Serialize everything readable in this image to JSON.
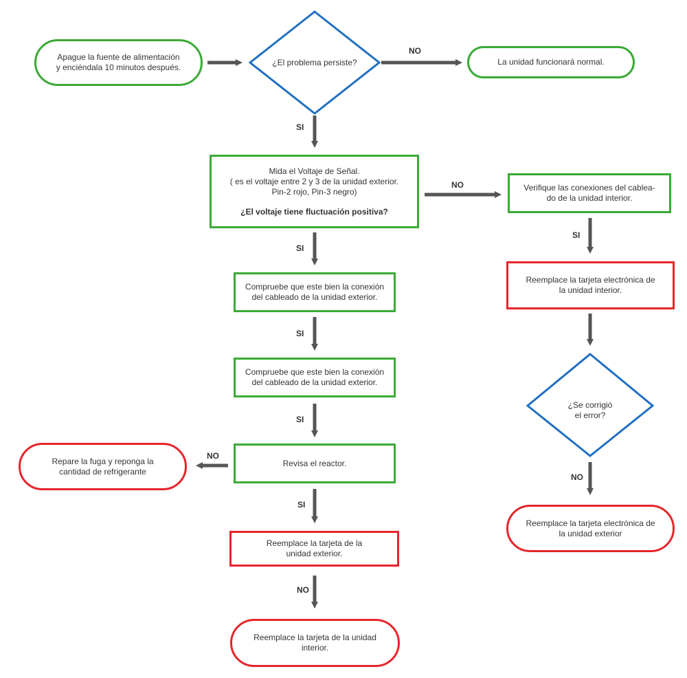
{
  "nodes": {
    "start": "Apague la fuente de alimentación\ny enciéndala 10 minutos después.",
    "q_persiste": "¿El problema persiste?",
    "funcionara": "La unidad funcionará normal.",
    "mida_1": "Mida el Voltaje de Señal.",
    "mida_2": "( es el voltaje entre 2 y 3 de la unidad exterior.",
    "mida_3": "Pin-2 rojo, Pin-3 negro)",
    "mida_q": "¿El voltaje tiene fluctuación positiva?",
    "verifique": "Verifique las conexiones del cablea-\ndo de la unidad interior.",
    "compruebe_1": "Compruebe que este bien la conexión\ndel cableado de la unidad exterior.",
    "reemplace_interior_1": "Reemplace la tarjeta  electrónica de\nla unidad interior.",
    "compruebe_2": "Compruebe que este bien la conexión\ndel cableado de la unidad exterior.",
    "q_corrigio": "¿Se corrigió\nel error?",
    "repare": "Repare la fuga y reponga la\ncantidad de refrigerante",
    "revisa": "Revisa el reactor.",
    "reemplace_exterior_2": "Reemplace la tarjeta electrónica de\nla unidad exterior",
    "reemplace_exterior_1": "Reemplace la tarjeta de la\nunidad exterior.",
    "reemplace_interior_2": "Reemplace la tarjeta de la unidad\ninterior."
  },
  "labels": {
    "no_1": "NO",
    "si_1": "SI",
    "no_2": "NO",
    "si_2": "SI",
    "si_3": "SI",
    "si_4": "SI",
    "si_5": "SI",
    "no_3": "NO",
    "no_4": "NO",
    "si_6": "SI",
    "no_5": "NO"
  },
  "colors": {
    "green": "#3aaa35",
    "red": "#e5252a",
    "blue": "#1f6fc2",
    "arrow": "#555555"
  }
}
